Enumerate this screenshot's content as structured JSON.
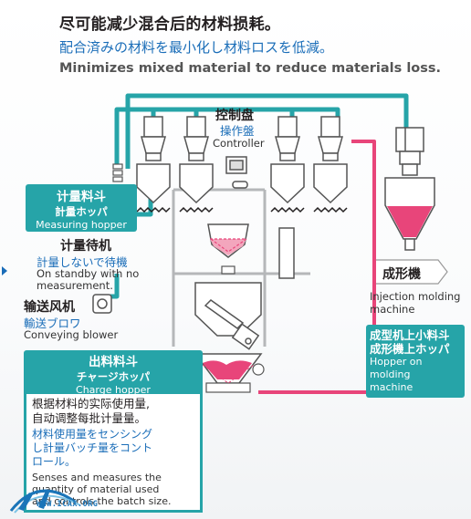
{
  "header": {
    "title_cn": "尽可能减少混合后的材料损耗。",
    "title_jp": "配合済みの材料を最小化し材料ロスを低減。",
    "title_en": "Minimizes mixed material to reduce materials loss."
  },
  "controller": {
    "cn": "控制盘",
    "jp": "操作盤",
    "en": "Controller"
  },
  "measuring_hopper": {
    "cn": "计量料斗",
    "jp": "計量ホッパ",
    "en": "Measuring hopper"
  },
  "standby": {
    "cn": "计量待机",
    "jp": "計量しないで待機",
    "en_line1": "On standby with no",
    "en_line2": "measurement."
  },
  "blower": {
    "cn": "输送风机",
    "jp": "輸送ブロワ",
    "en": "Conveying blower"
  },
  "charge_hopper": {
    "cn": "出料料斗",
    "jp": "チャージホッパ",
    "en": "Charge hopper",
    "desc_cn_1": "根据材料的实际使用量,",
    "desc_cn_2": "自动调整每批计量量。",
    "desc_jp_1": "材料使用量をセンシング",
    "desc_jp_2": "し計量バッチ量をコント",
    "desc_jp_3": "ロール。",
    "desc_en_1": "Senses and measures the",
    "desc_en_2": "quantity of material used",
    "desc_en_3": "and controls the batch size."
  },
  "molding_machine": {
    "cn": "成形機",
    "en_line1": "Injection molding",
    "en_line2": "machine"
  },
  "hopper_on_machine": {
    "cn": "成型机上小料斗",
    "jp": "成形機上ホッパ",
    "en_line1": "Hopper on molding",
    "en_line2": "machine"
  },
  "watermark": {
    "text": "WWW.ICAX.ORG"
  },
  "colors": {
    "teal": "#26a4a8",
    "pink": "#e8457a",
    "blue_text": "#1a6db8",
    "gray_line": "#b5b7b9",
    "dark": "#231f20"
  }
}
